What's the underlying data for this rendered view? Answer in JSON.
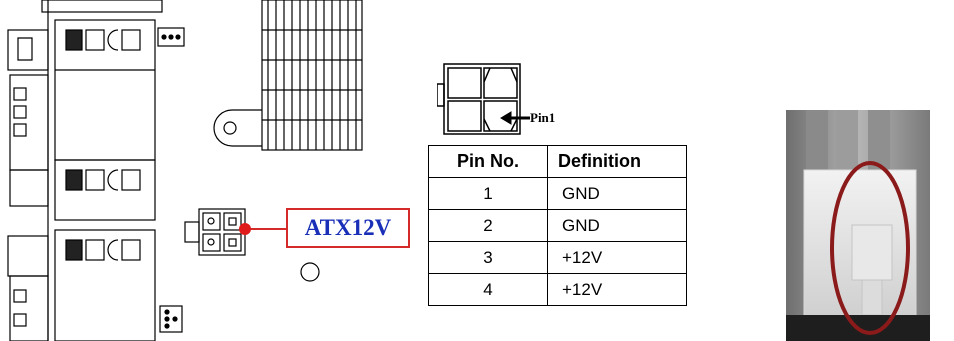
{
  "board": {
    "connector_label": "ATX12V",
    "accent_color": "#d42a2a",
    "label_color": "#1a2fb8"
  },
  "pinout": {
    "pin1_label": "Pin1",
    "headers": [
      "Pin No.",
      "Definition"
    ],
    "rows": [
      {
        "pin": "1",
        "definition": "GND"
      },
      {
        "pin": "2",
        "definition": "GND"
      },
      {
        "pin": "3",
        "definition": "+12V"
      },
      {
        "pin": "4",
        "definition": "+12V"
      }
    ]
  },
  "photo": {
    "highlight_color": "#8b1a1a"
  }
}
